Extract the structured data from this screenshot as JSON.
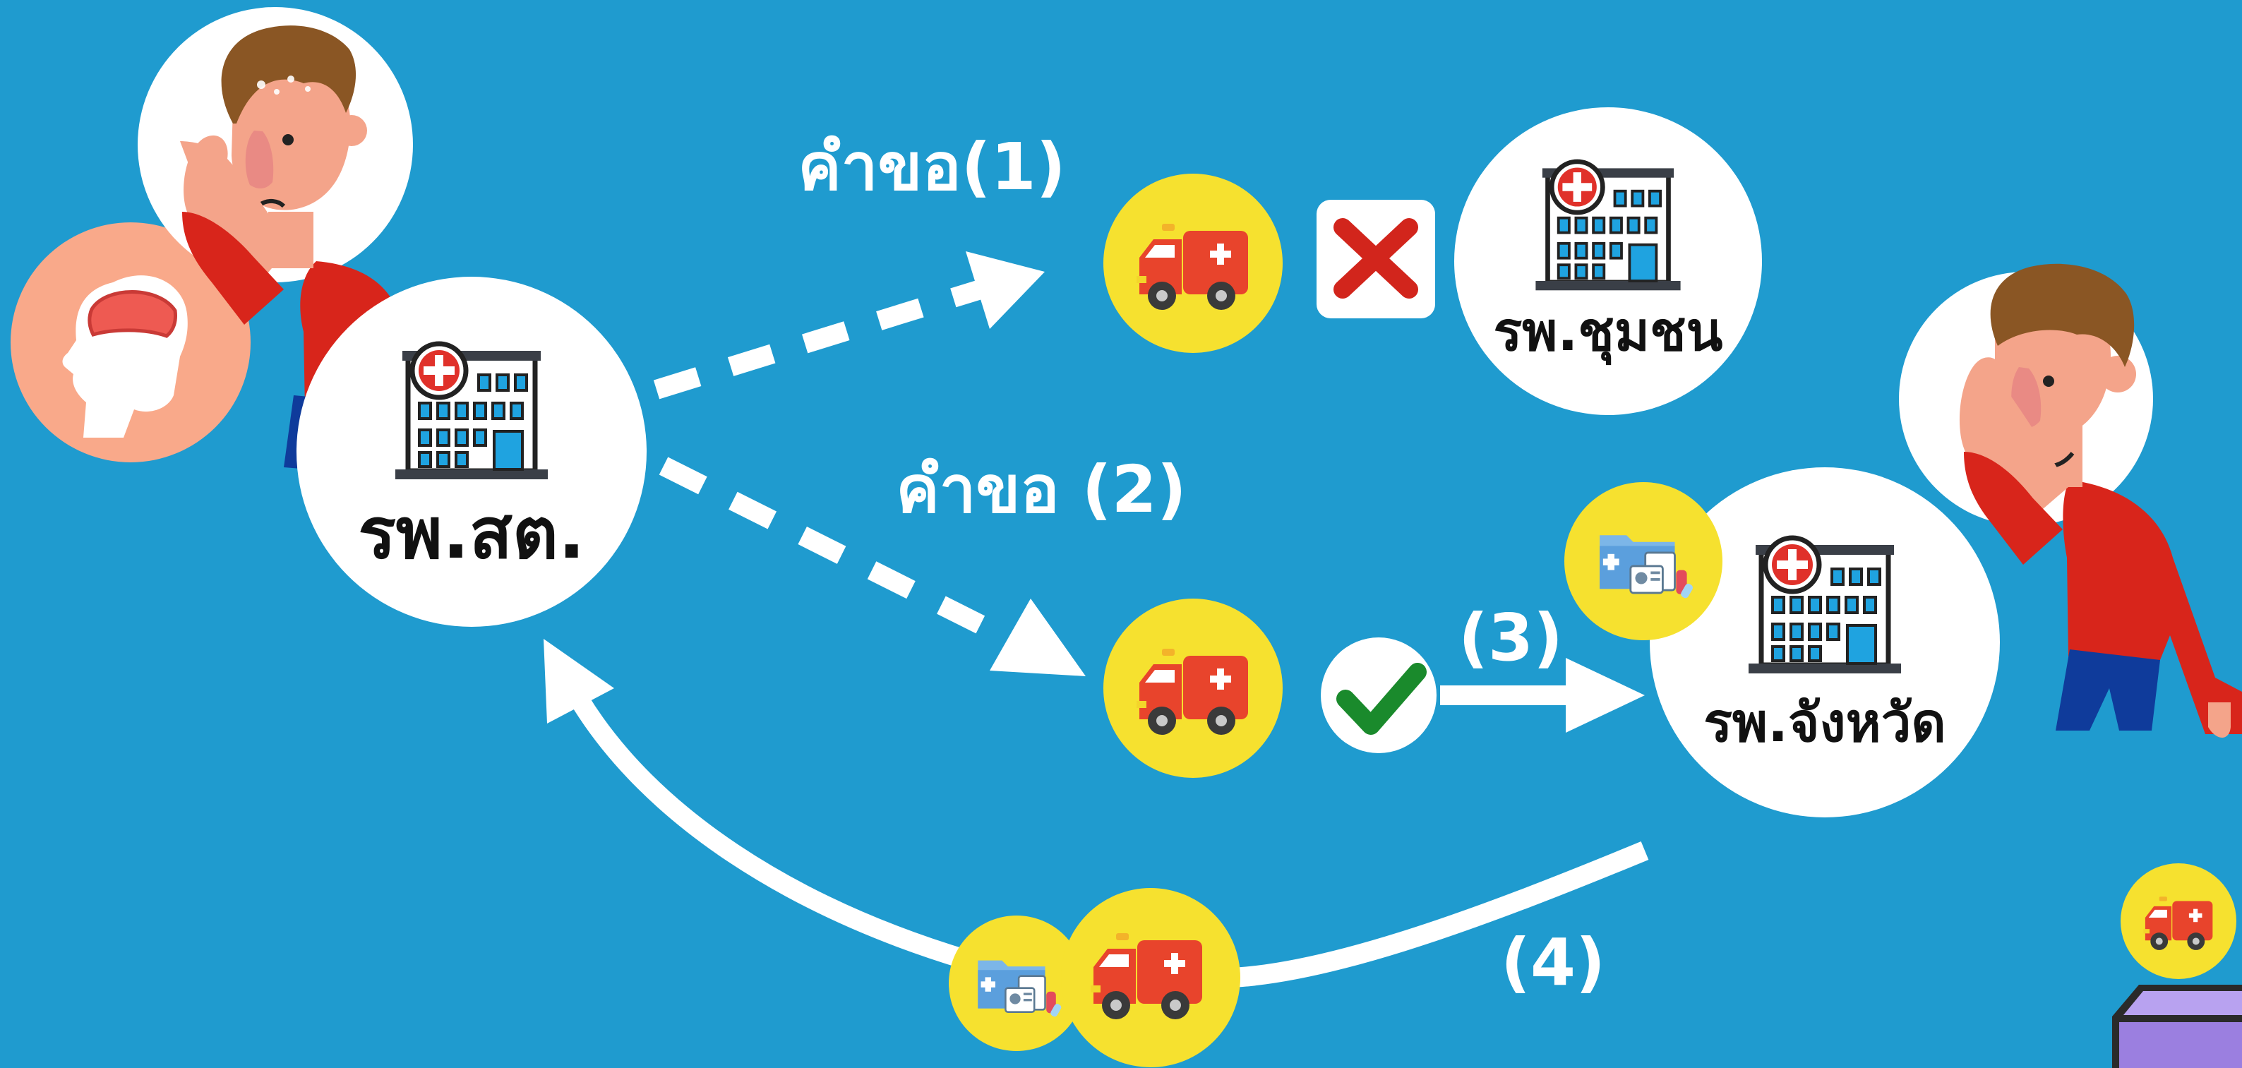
{
  "colors": {
    "background": "#1f9bcf",
    "circle_white": "#ffffff",
    "circle_yellow": "#f6e12f",
    "ambulance_red": "#e8442c",
    "reject_red": "#d2251c",
    "accept_green": "#1a8a2c",
    "person_shirt": "#d8251b",
    "person_pants": "#0f3b9b"
  },
  "nodes": {
    "origin": {
      "label": "รพ.สต.",
      "icon": "hospital-building-icon"
    },
    "community": {
      "label": "รพ.ชุมชน",
      "icon": "hospital-building-icon"
    },
    "provincial": {
      "label": "รพ.จังหวัด",
      "icon": "hospital-building-icon"
    }
  },
  "steps": {
    "request1": {
      "label": "คำขอ(1)",
      "result_icon": "reject-x-icon"
    },
    "request2": {
      "label": "คำขอ (2)",
      "result_icon": "accept-check-icon"
    },
    "transfer": {
      "label": "(3)"
    },
    "return": {
      "label": "(4)"
    }
  },
  "icons": {
    "patient_sick": "sick-person-icon",
    "patient_recovered": "recovered-person-icon",
    "brain": "brain-head-icon",
    "ambulance": "ambulance-icon",
    "medical_records": "medical-folder-icon"
  }
}
